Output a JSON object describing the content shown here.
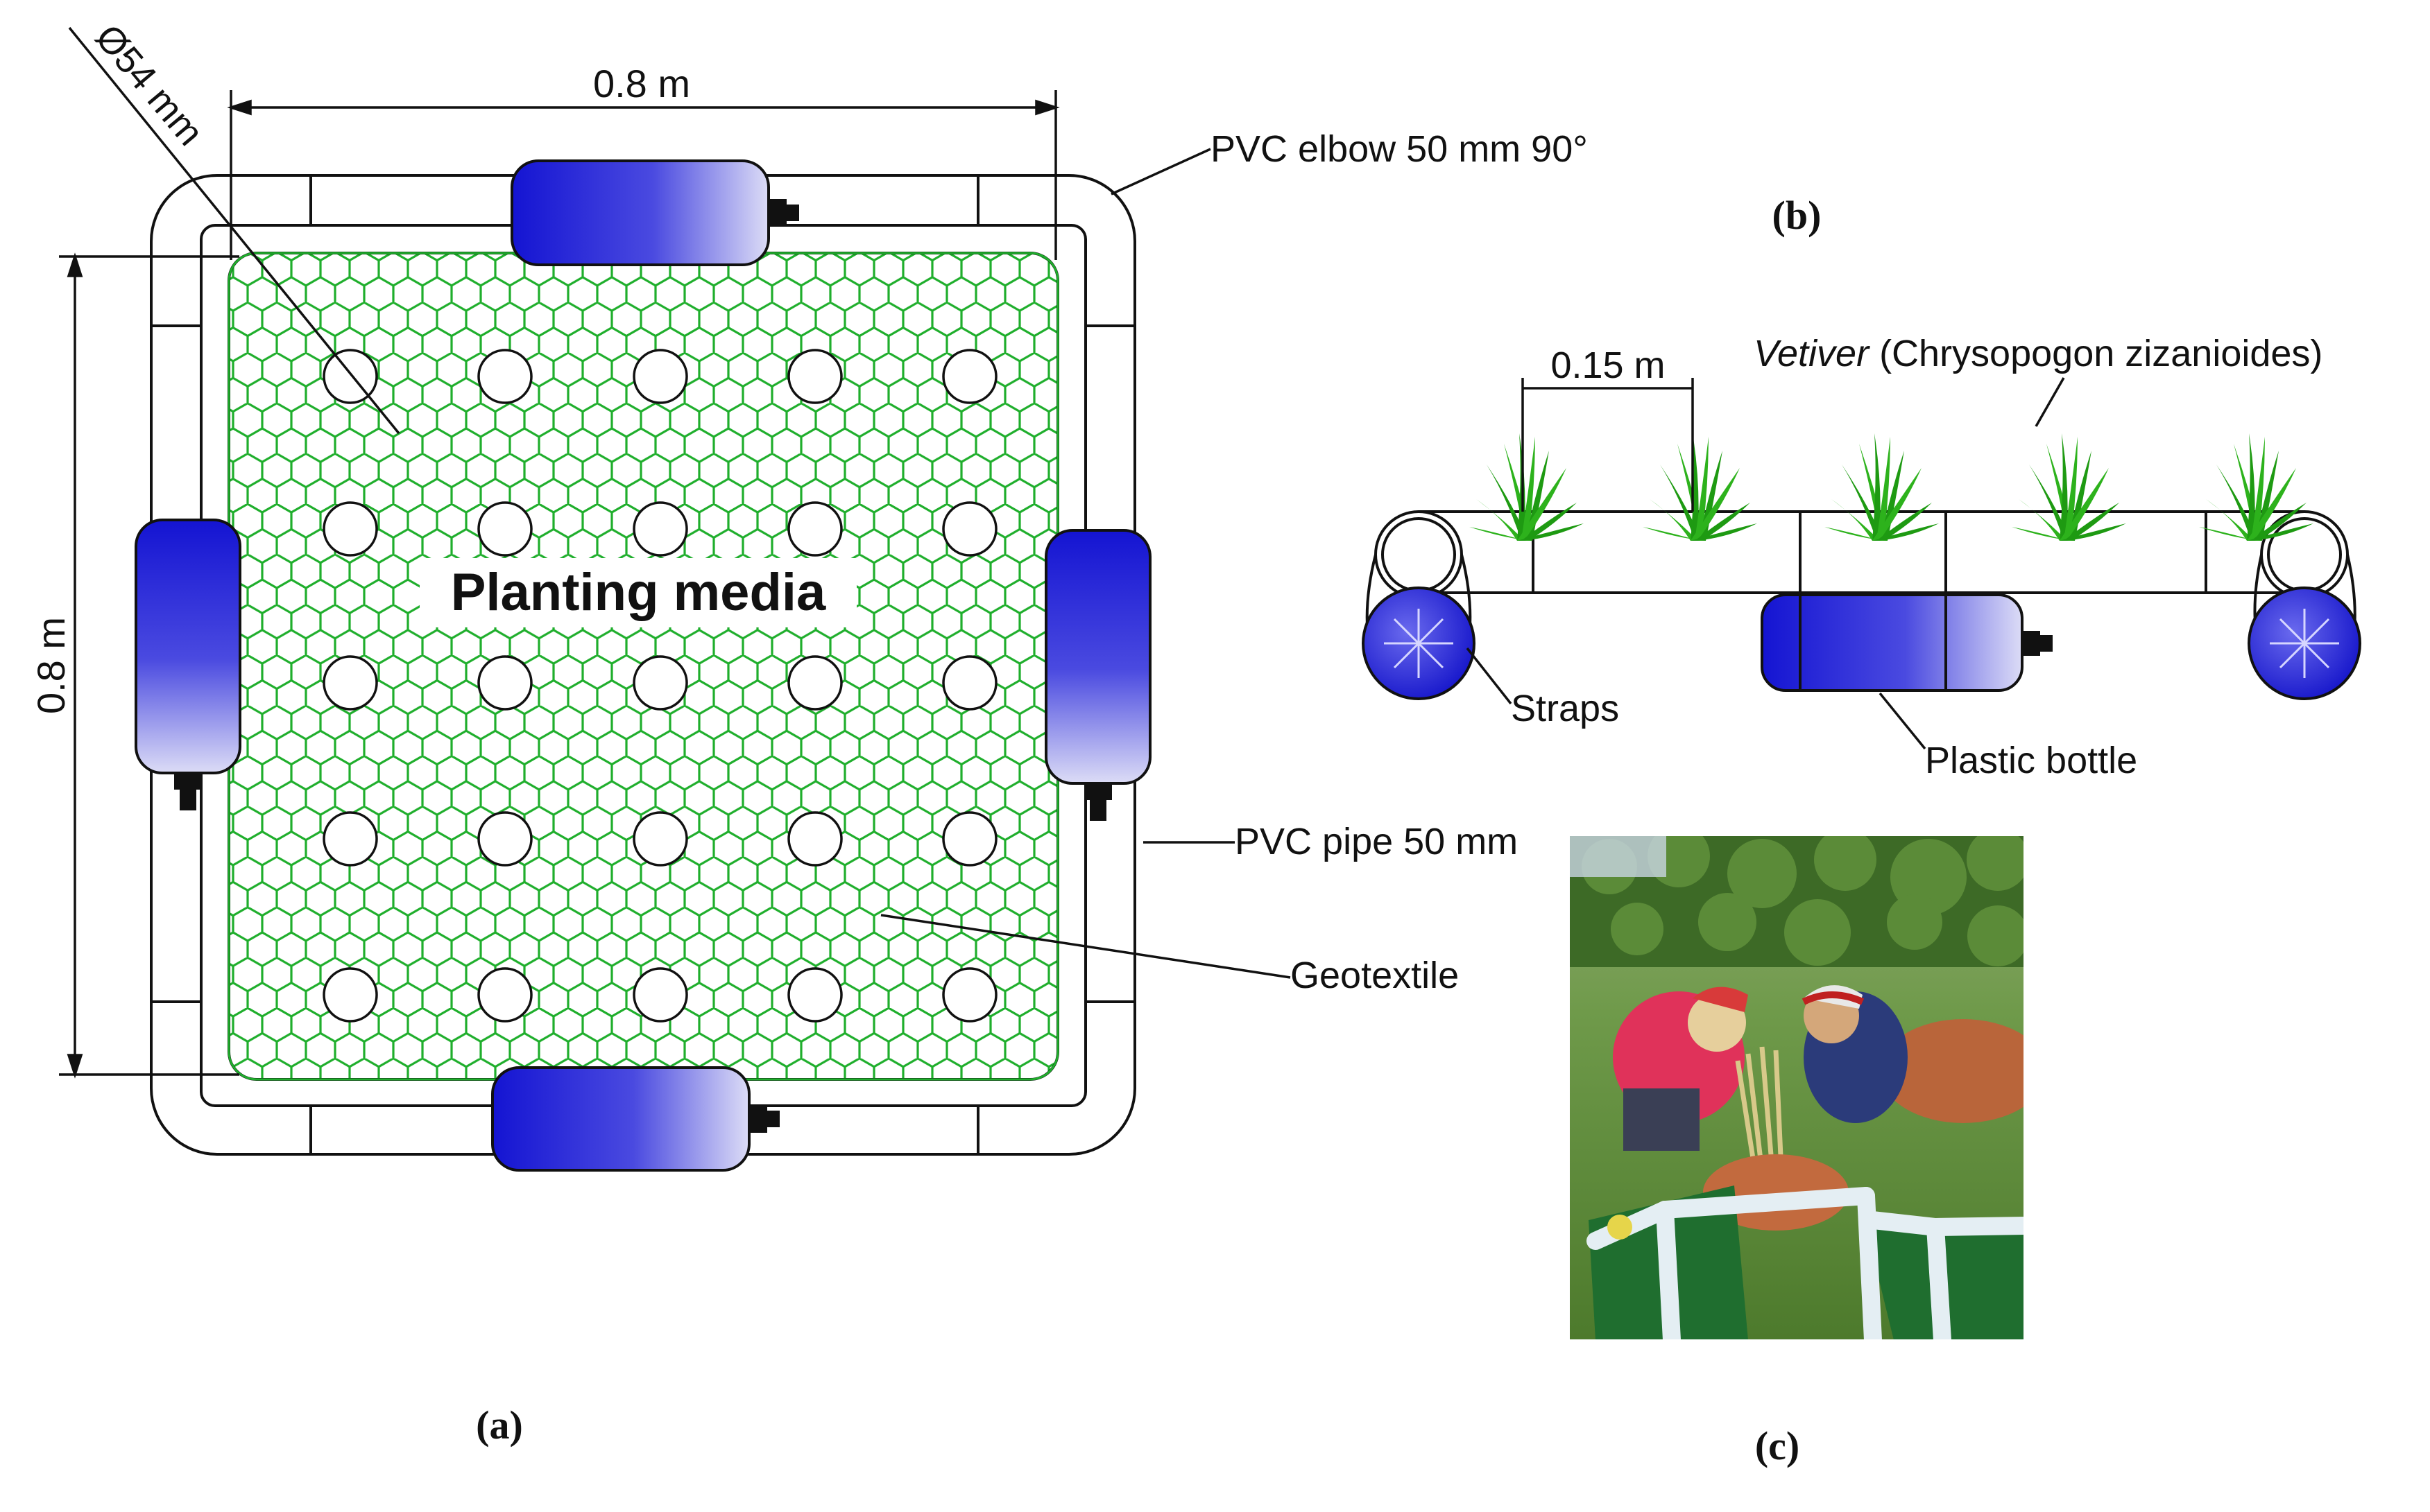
{
  "panels": {
    "a": "(a)",
    "b": "(b)",
    "c": "(c)"
  },
  "panel_a": {
    "width_dim": "0.8 m",
    "height_dim": "0.8 m",
    "hole_diameter": "Ø54 mm",
    "center_label": "Planting media",
    "elbow_label": "PVC elbow 50 mm 90°",
    "pipe_label": "PVC pipe 50 mm",
    "geotextile_label": "Geotextile"
  },
  "panel_b": {
    "spacing_dim": "0.15 m",
    "species_italic": "Vetiver",
    "species_rest": " (Chrysopogon zizanioides)",
    "straps_label": "Straps",
    "bottle_label": "Plastic bottle"
  },
  "colors": {
    "mesh": "#1fae2c",
    "bottle_dark": "#1a1adb",
    "bottle_light": "#d8d8f4",
    "outline": "#111111",
    "grass": "#1e9a12"
  }
}
